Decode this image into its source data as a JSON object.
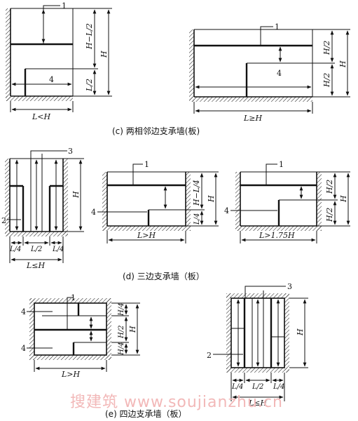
{
  "captions": {
    "c": "(c) 两相邻边支承墙(板)",
    "d": "(d) 三边支承墙（板）",
    "e": "(e) 四边支承墙（板）"
  },
  "labels": {
    "n1": "1",
    "n2": "2",
    "n3": "3",
    "n4": "4",
    "H": "H",
    "H_minus_L2": "H−L/2",
    "H_minus_L4": "H−L/4",
    "L2": "L/2",
    "L4": "L/4",
    "H2": "H/2",
    "H4": "H/4",
    "L_lt_H": "L<H",
    "L_ge_H": "L≥H",
    "L_gt_H": "L>H",
    "L_gt_175H": "L>1.75H",
    "L_le_H": "L≤H"
  },
  "watermark": "搜建筑 www.soujianzhu.cn"
}
